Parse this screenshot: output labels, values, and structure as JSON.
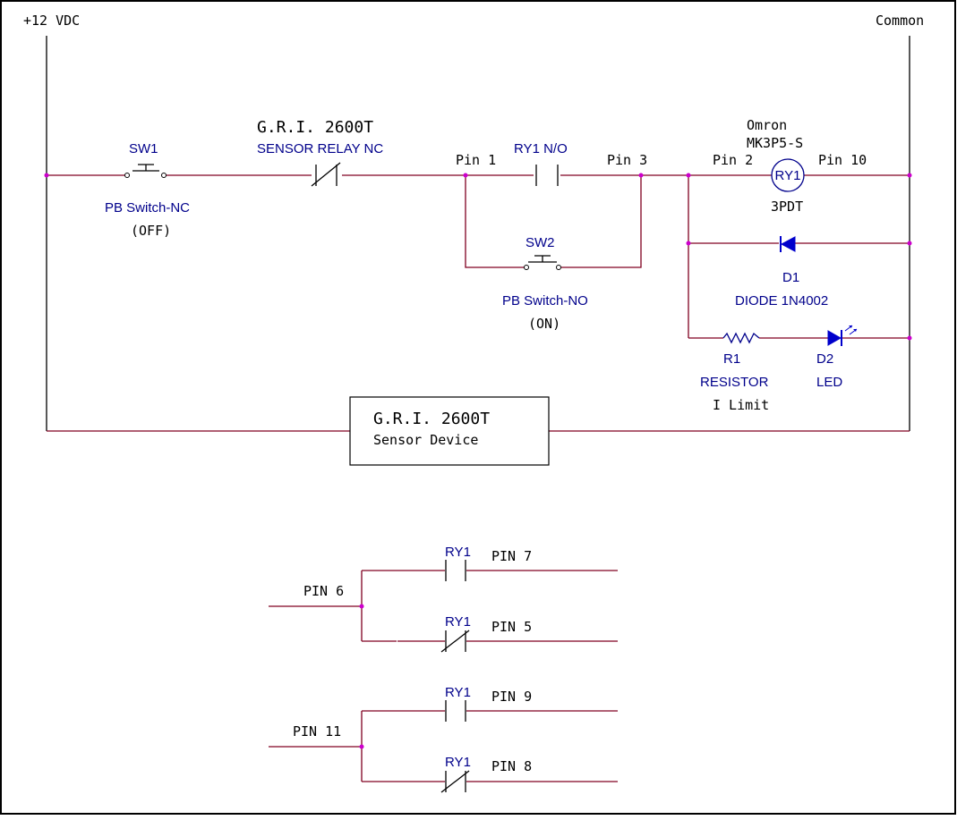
{
  "rails": {
    "positive": "+12 VDC",
    "common": "Common"
  },
  "sw1": {
    "ref": "SW1",
    "desc": "PB Switch-NC",
    "state": "(OFF)"
  },
  "sensor_relay": {
    "brand": "G.R.I. 2600T",
    "desc": "SENSOR RELAY NC"
  },
  "ry1_no": {
    "label": "RY1 N/O",
    "pin_in": "Pin 1",
    "pin_out": "Pin 3"
  },
  "sw2": {
    "ref": "SW2",
    "desc": "PB Switch-NO",
    "state": "(ON)"
  },
  "relay_coil": {
    "maker": "Omron",
    "model": "MK3P5-S",
    "ref": "RY1",
    "pin_in": "Pin 2",
    "pin_out": "Pin 10",
    "type": "3PDT"
  },
  "diode": {
    "ref": "D1",
    "desc": "DIODE 1N4002"
  },
  "resistor": {
    "ref": "R1",
    "desc": "RESISTOR",
    "note": "I Limit"
  },
  "led": {
    "ref": "D2",
    "desc": "LED"
  },
  "sensor_device": {
    "brand": "G.R.I. 2600T",
    "desc": "Sensor Device"
  },
  "contact_groups": [
    {
      "common": "PIN 6",
      "no_ref": "RY1",
      "no_pin": "PIN 7",
      "nc_ref": "RY1",
      "nc_pin": "PIN 5"
    },
    {
      "common": "PIN 11",
      "no_ref": "RY1",
      "no_pin": "PIN 9",
      "nc_ref": "RY1",
      "nc_pin": "PIN 8"
    }
  ],
  "colors": {
    "wire": "#800020",
    "label": "#00008b",
    "node": "#cc00cc",
    "component": "#0000cc"
  }
}
